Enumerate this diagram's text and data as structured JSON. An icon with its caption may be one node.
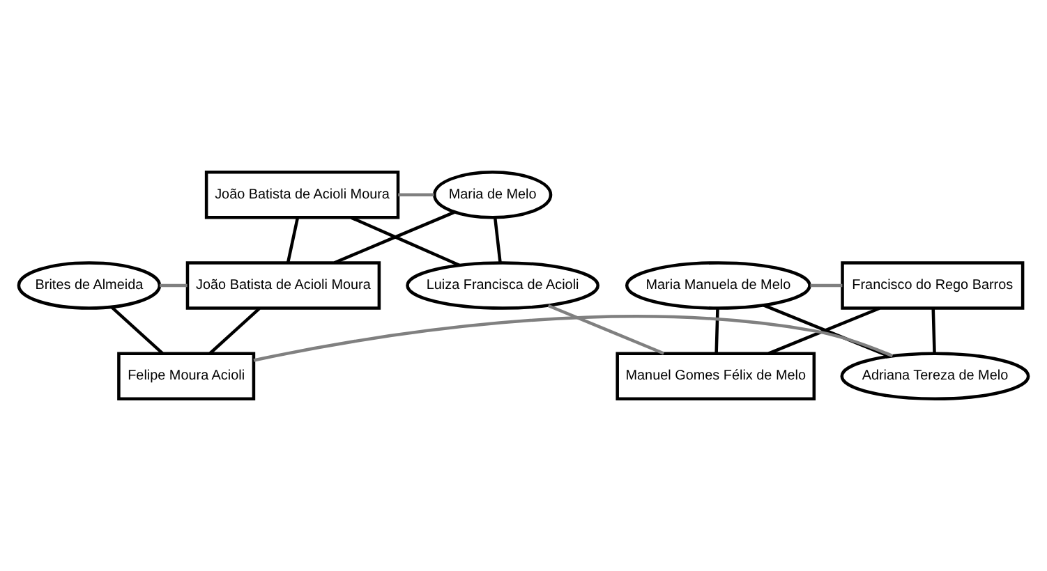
{
  "diagram": {
    "nodes": [
      {
        "text": [
          "João Batista de Acioli Moura"
        ]
      },
      {
        "text": [
          "Maria de Melo"
        ]
      },
      {
        "text": [
          "Brites de Almeida"
        ]
      },
      {
        "text": [
          "João Batista de Acioli Moura"
        ]
      },
      {
        "text": [
          "Luiza Francisca de Acioli"
        ]
      },
      {
        "text": [
          "Francisco do Rego Barros"
        ]
      },
      {
        "text": [
          "Maria Manuela de Melo"
        ]
      },
      {
        "text": [
          "Felipe Moura Acioli"
        ]
      },
      {
        "text": [
          "Manuel Gomes Félix de Melo"
        ]
      },
      {
        "text": [
          "Adriana Tereza de Melo"
        ]
      }
    ],
    "edges": [
      {
        "from": 0,
        "to": 1,
        "arrow": "none",
        "color": "#808080"
      },
      {
        "from": 0,
        "to": 3,
        "arrow": "none"
      },
      {
        "from": 1,
        "to": 3,
        "arrow": "none"
      },
      {
        "from": 0,
        "to": 4,
        "arrow": "none"
      },
      {
        "from": 1,
        "to": 4,
        "arrow": "none"
      },
      {
        "from": 2,
        "to": 3,
        "arrow": "none",
        "color": "#808080"
      },
      {
        "from": 2,
        "to": 7,
        "arrow": "none"
      },
      {
        "from": 3,
        "to": 7,
        "arrow": "none"
      },
      {
        "from": 5,
        "to": 6,
        "arrow": "none",
        "color": "#808080"
      },
      {
        "from": 5,
        "to": 8,
        "arrow": "none"
      },
      {
        "from": 6,
        "to": 8,
        "arrow": "none"
      },
      {
        "from": 5,
        "to": 9,
        "arrow": "none"
      },
      {
        "from": 6,
        "to": 9,
        "arrow": "none"
      },
      {
        "from": 4,
        "to": 8,
        "arrow": "none",
        "color": "#808080"
      },
      {
        "from": 7,
        "to": 9,
        "arrow": "none",
        "color": "#808080"
      }
    ]
  }
}
